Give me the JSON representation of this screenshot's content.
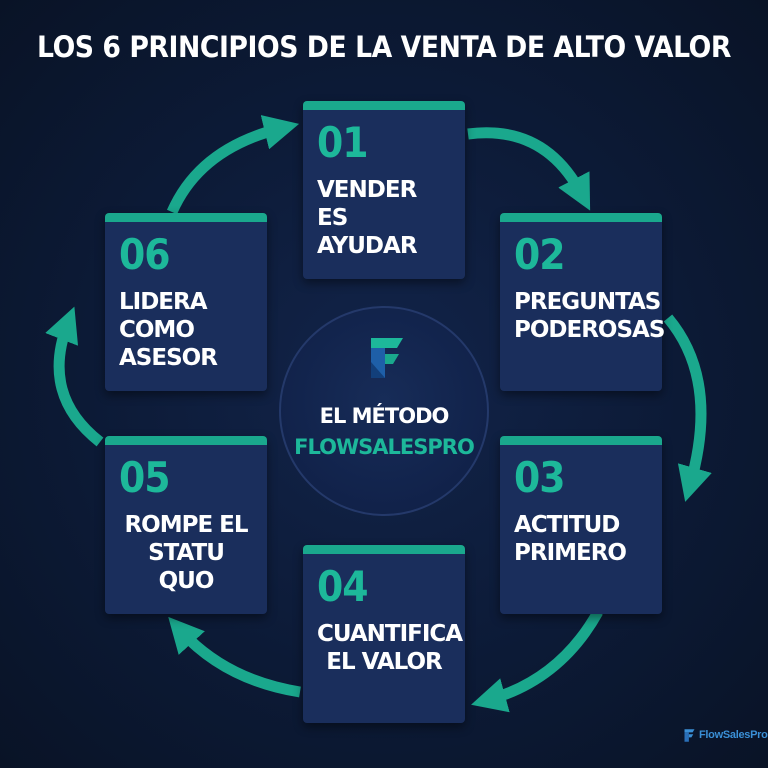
{
  "title": "LOS 6 PRINCIPIOS DE LA VENTA DE ALTO VALOR",
  "principles": [
    {
      "number": "01",
      "label": "VENDER ES AYUDAR"
    },
    {
      "number": "02",
      "label": "PREGUNTAS PODEROSAS"
    },
    {
      "number": "03",
      "label": "ACTITUD PRIMERO"
    },
    {
      "number": "04",
      "label": "CUANTIFICA EL VALOR"
    },
    {
      "number": "05",
      "label": "ROMPE EL STATU QUO"
    },
    {
      "number": "06",
      "label": "LIDERA COMO ASESOR"
    }
  ],
  "hub": {
    "line1": "EL MÉTODO",
    "line2": "FLOWSALESPRO",
    "logo_icon": "flowsalespro-logo-icon"
  },
  "brand": {
    "text": "FlowSalesPro",
    "icon": "flowsalespro-logo-icon"
  },
  "colors": {
    "background": "#0c1a36",
    "card": "#1a2e5c",
    "accent": "#1db89a",
    "arrow": "#1aa88d",
    "text": "#ffffff",
    "brand": "#3a8fd6"
  }
}
